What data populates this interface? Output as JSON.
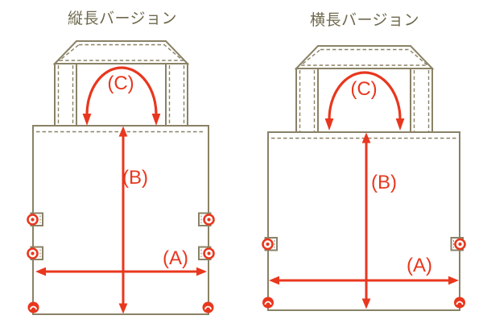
{
  "colors": {
    "outline": "#8A8266",
    "stitch": "#8A8266",
    "red": "#E8371E",
    "title": "#6E684C",
    "fabric": "#FFFFFF"
  },
  "bags": {
    "portrait": {
      "title": "縦長バージョン",
      "width_label": "(A)",
      "height_label": "(B)",
      "handle_label": "(C)"
    },
    "landscape": {
      "title": "横長バージョン",
      "width_label": "(A)",
      "height_label": "(B)",
      "handle_label": "(C)"
    }
  }
}
